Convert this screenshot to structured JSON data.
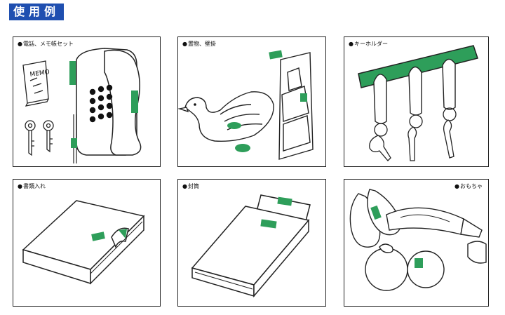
{
  "header": {
    "title": "使用例"
  },
  "colors": {
    "accent_green": "#2e9e5a",
    "title_bg": "#1f4fb0",
    "line": "#222222"
  },
  "panels": [
    {
      "caption": "電話、メモ帳セット",
      "memo_label": "MEMO"
    },
    {
      "caption": "置物、壁掛"
    },
    {
      "caption": "キーホルダー"
    },
    {
      "caption": "書類入れ"
    },
    {
      "caption": "封筒"
    },
    {
      "caption": "おもちゃ"
    }
  ],
  "bullet": "●"
}
